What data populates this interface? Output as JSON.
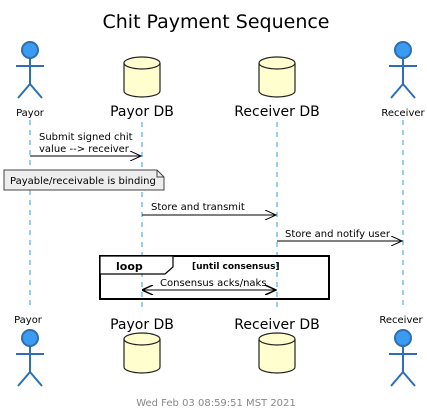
{
  "title": "Chit Payment Sequence",
  "participants": {
    "payor": "Payor",
    "payor_db": "Payor DB",
    "receiver_db": "Receiver DB",
    "receiver": "Receiver"
  },
  "messages": {
    "m1_line1": "Submit signed chit",
    "m1_line2": "value --> receiver",
    "m2": "Store and transmit",
    "m3": "Store and notify user",
    "m4": "Consensus acks/naks"
  },
  "note": "Payable/receivable is binding",
  "loop": {
    "keyword": "loop",
    "condition": "[until consensus]"
  },
  "footer": "Wed Feb 03 08:59:51 MST 2021",
  "colors": {
    "actor": "#3b9bf0",
    "database": "#fefece",
    "lifeline": "#3a9ccf"
  }
}
